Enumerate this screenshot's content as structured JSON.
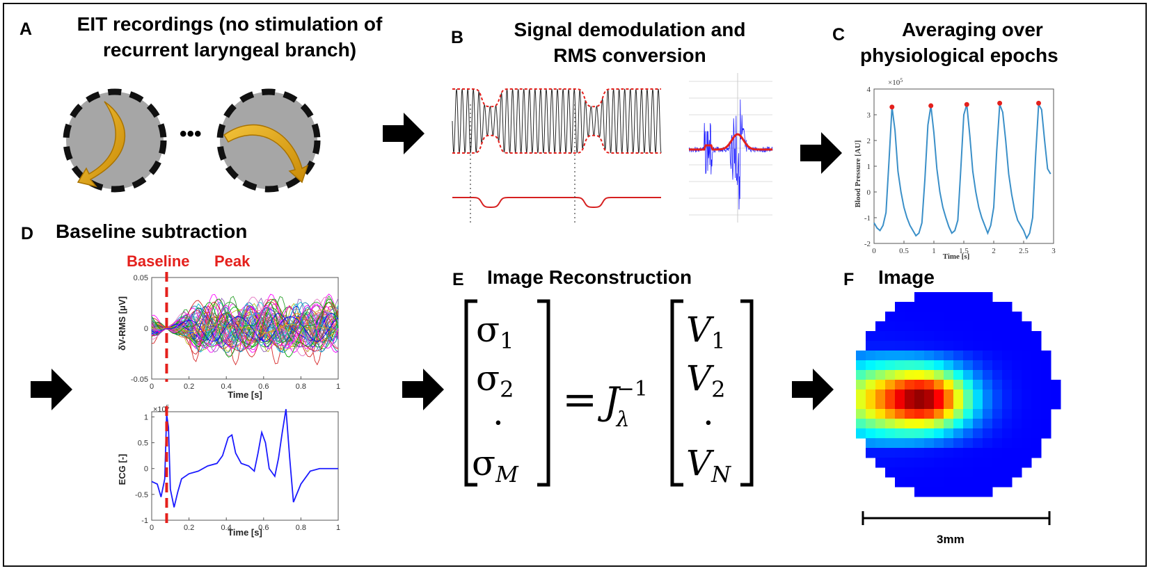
{
  "panels": {
    "a": {
      "letter": "A",
      "title_line1": "EIT recordings (no stimulation of",
      "title_line2": "recurrent laryngeal branch)",
      "ellipsis": "•••"
    },
    "b": {
      "letter": "B",
      "title_line1": "Signal demodulation and",
      "title_line2": "RMS conversion"
    },
    "c": {
      "letter": "C",
      "title_line1": "Averaging   over",
      "title_line2": "physiological epochs"
    },
    "d": {
      "letter": "D",
      "title": "Baseline subtraction",
      "baseline_label": "Baseline",
      "peak_label": "Peak"
    },
    "e": {
      "letter": "E",
      "title": "Image Reconstruction"
    },
    "f": {
      "letter": "F",
      "title": "Image",
      "scale_label": "3mm"
    }
  },
  "equation": {
    "lhs": [
      "σ",
      "σ",
      "·",
      "σ"
    ],
    "lhs_sub": [
      "1",
      "2",
      "",
      "M"
    ],
    "equals": "=",
    "operator": "J",
    "operator_sub": "λ",
    "operator_sup": "−1",
    "rhs": [
      "V",
      "V",
      "·",
      "V"
    ],
    "rhs_sub": [
      "1",
      "2",
      "",
      "N"
    ]
  },
  "colors": {
    "red": "#e4201c",
    "blue": "#1a1aff",
    "bp_line": "#3a8fc8",
    "arrow_gold": "#e6a817",
    "disc_gray": "#a6a6a6"
  },
  "chart_data": [
    {
      "type": "line",
      "panel": "C",
      "xlabel": "Time [s]",
      "ylabel": "Blood Pressure [AU]",
      "y_exponent": "×10^5",
      "y_exponent_base": "×10",
      "y_exponent_power": "5",
      "xlim": [
        0,
        3
      ],
      "ylim": [
        -2,
        4
      ],
      "xticks": [
        "0",
        "0.5",
        "1",
        "1.5",
        "2",
        "2.5",
        "3"
      ],
      "yticks": [
        "-2",
        "-1",
        "0",
        "1",
        "2",
        "3",
        "4"
      ],
      "x": [
        0,
        0.05,
        0.1,
        0.15,
        0.2,
        0.25,
        0.3,
        0.35,
        0.4,
        0.45,
        0.5,
        0.55,
        0.6,
        0.65,
        0.7,
        0.75,
        0.8,
        0.85,
        0.9,
        0.95,
        1.0,
        1.05,
        1.1,
        1.15,
        1.2,
        1.25,
        1.3,
        1.35,
        1.4,
        1.45,
        1.5,
        1.55,
        1.6,
        1.65,
        1.7,
        1.75,
        1.8,
        1.85,
        1.9,
        1.95,
        2.0,
        2.05,
        2.1,
        2.15,
        2.2,
        2.25,
        2.3,
        2.35,
        2.4,
        2.45,
        2.5,
        2.55,
        2.6,
        2.65,
        2.7,
        2.75,
        2.8,
        2.85,
        2.9,
        2.95
      ],
      "y": [
        -1.2,
        -1.4,
        -1.5,
        -1.3,
        -0.8,
        1.2,
        3.3,
        2.4,
        0.8,
        0.0,
        -0.6,
        -1.0,
        -1.3,
        -1.5,
        -1.7,
        -1.6,
        -1.2,
        0.5,
        2.6,
        3.35,
        2.3,
        0.9,
        0.0,
        -0.6,
        -1.0,
        -1.35,
        -1.6,
        -1.5,
        -1.1,
        0.9,
        3.0,
        3.4,
        2.2,
        0.8,
        0.0,
        -0.6,
        -1.0,
        -1.3,
        -1.6,
        -1.3,
        -0.6,
        1.6,
        3.4,
        3.1,
        2.0,
        0.7,
        -0.1,
        -0.7,
        -1.1,
        -1.3,
        -1.5,
        -1.8,
        -1.6,
        -1.0,
        1.4,
        3.4,
        3.2,
        2.0,
        0.9,
        0.7
      ],
      "peaks": {
        "x": [
          0.3,
          0.95,
          1.55,
          2.1,
          2.75
        ],
        "y": [
          3.3,
          3.35,
          3.4,
          3.45,
          3.45
        ]
      }
    },
    {
      "type": "line",
      "panel": "D-top",
      "xlabel": "Time [s]",
      "ylabel": "δV-RMS [μV]",
      "xlim": [
        0,
        1
      ],
      "ylim": [
        -0.05,
        0.05
      ],
      "xticks": [
        "0",
        "0.2",
        "0.4",
        "0.6",
        "0.8",
        "1"
      ],
      "yticks": [
        "-0.05",
        "0",
        "0.05"
      ],
      "series_count": 60,
      "baseline_x": 0.08
    },
    {
      "type": "line",
      "panel": "D-bottom",
      "xlabel": "Time [s]",
      "ylabel": "ECG [-]",
      "y_exponent": "×10^5",
      "y_exponent_base": "×10",
      "y_exponent_power": "5",
      "xlim": [
        0,
        1
      ],
      "ylim": [
        -1,
        1.1
      ],
      "xticks": [
        "0",
        "0.2",
        "0.4",
        "0.6",
        "0.8",
        "1"
      ],
      "yticks": [
        "-1",
        "-0.5",
        "0",
        "0.5",
        "1"
      ],
      "x": [
        0,
        0.03,
        0.05,
        0.07,
        0.08,
        0.09,
        0.1,
        0.12,
        0.14,
        0.16,
        0.2,
        0.25,
        0.3,
        0.35,
        0.38,
        0.41,
        0.43,
        0.45,
        0.48,
        0.52,
        0.55,
        0.57,
        0.59,
        0.61,
        0.63,
        0.66,
        0.68,
        0.7,
        0.72,
        0.74,
        0.76,
        0.8,
        0.85,
        0.9,
        0.95,
        1.0
      ],
      "y": [
        -0.25,
        -0.3,
        -0.55,
        -0.2,
        1.05,
        0.8,
        -0.4,
        -0.75,
        -0.45,
        -0.2,
        -0.1,
        -0.05,
        0.05,
        0.1,
        0.25,
        0.6,
        0.65,
        0.3,
        0.1,
        0.05,
        -0.05,
        0.3,
        0.7,
        0.5,
        0.0,
        -0.15,
        0.2,
        0.7,
        1.15,
        0.2,
        -0.65,
        -0.3,
        -0.05,
        0.0,
        0.0,
        0.0
      ],
      "baseline_x": 0.08
    },
    {
      "type": "line",
      "panel": "B-modulated",
      "note_type": "carrier-with-envelope"
    }
  ]
}
